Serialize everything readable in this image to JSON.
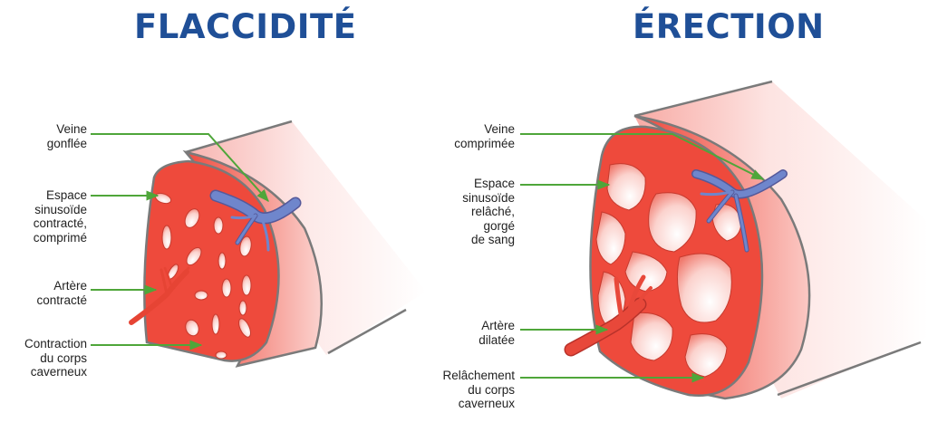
{
  "titles": {
    "left": "FLACCIDITÉ",
    "right": "ÉRECTION"
  },
  "colors": {
    "title": "#1f4f97",
    "tissue": "#ee4a3c",
    "vein": "#5b7fc4",
    "arrow": "#4fa63a",
    "outline": "#7a7a7a"
  },
  "left_labels": {
    "veine": "Veine\ngonflée",
    "espace": "Espace\nsinusoïde\ncontracté,\ncomprimé",
    "artere": "Artère\ncontracté",
    "contraction": "Contraction\ndu corps\ncaverneux"
  },
  "right_labels": {
    "veine": "Veine\ncomprimée",
    "espace": "Espace\nsinusoïde\nrelâché,\ngorgé\nde sang",
    "artere": "Artère\ndilatée",
    "relachement": "Relâchement\ndu corps\ncaverneux"
  }
}
